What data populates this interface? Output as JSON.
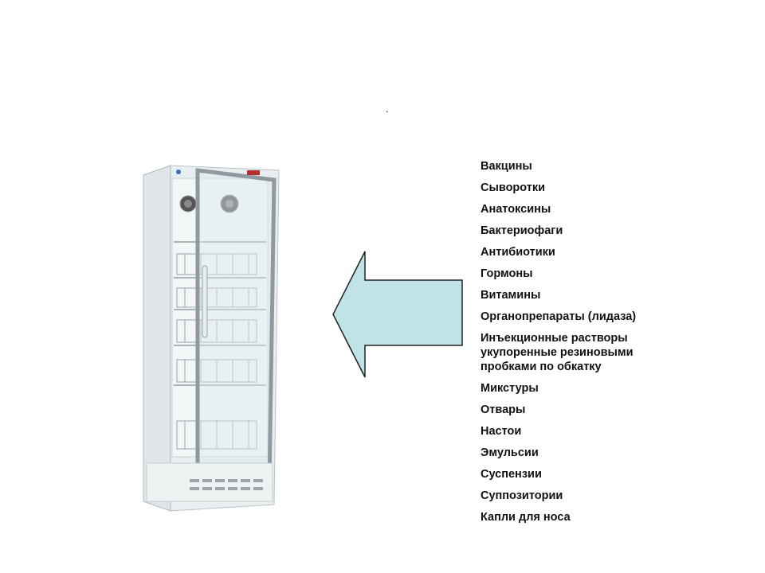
{
  "slide": {
    "dot": ".",
    "arrow_color": "#bfe3e6",
    "items": [
      "Вакцины",
      "Сыворотки",
      "Анатоксины",
      "Бактериофаги",
      "Антибиотики",
      "Гормоны",
      "Витамины",
      "Органопрепараты (лидаза)",
      "Инъекционные растворы укупоренные резиновыми пробками по обкатку",
      "Микстуры",
      "Отвары",
      "Настои",
      "Эмульсии",
      "Суспензии",
      "Суппозитории",
      "Капли для носа"
    ]
  }
}
